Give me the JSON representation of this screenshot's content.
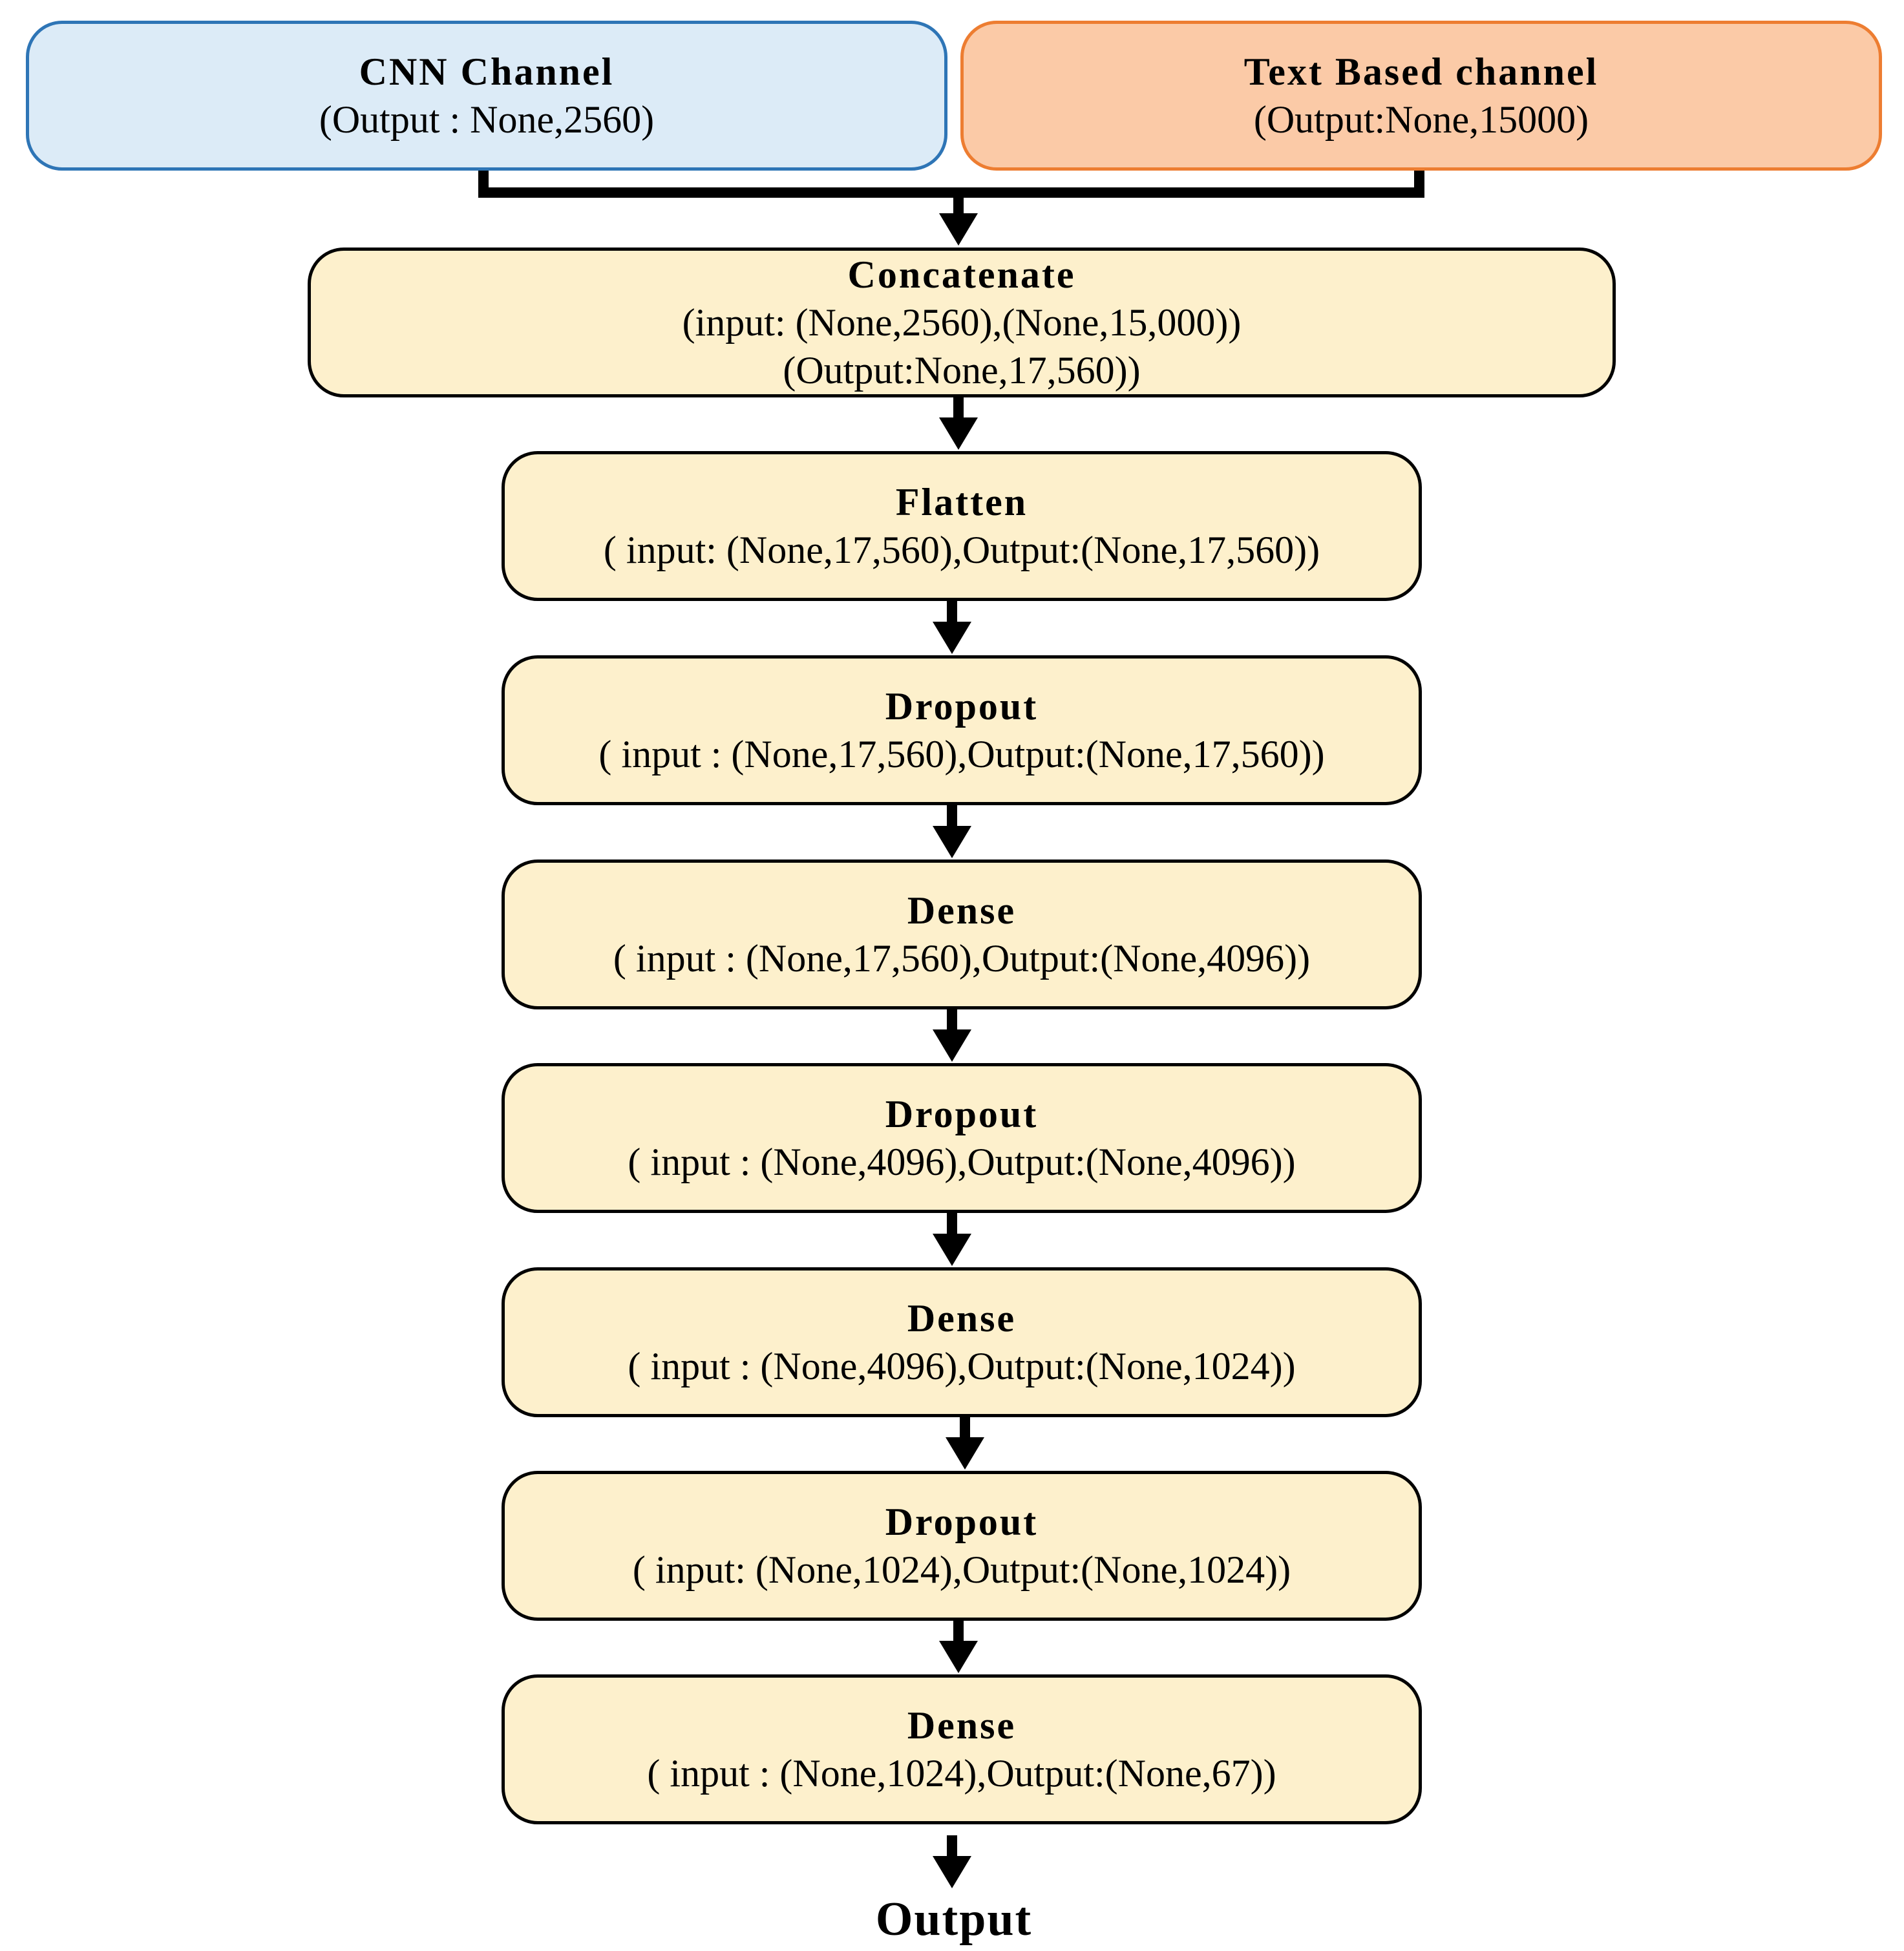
{
  "inputs": {
    "cnn": {
      "title": "CNN Channel",
      "line1": "(Output : None,2560)",
      "fill": "#dcebf7",
      "border": "#2e75b6"
    },
    "text": {
      "title": "Text Based channel",
      "line1": "(Output:None,15000)",
      "fill": "#fbcaa7",
      "border": "#ed7d31"
    }
  },
  "concatenate": {
    "title": "Concatenate",
    "line1": "(input: (None,2560),(None,15,000))",
    "line2": "(Output:None,17,560))"
  },
  "layers": [
    {
      "title": "Flatten",
      "line1": "( input: (None,17,560),Output:(None,17,560))"
    },
    {
      "title": "Dropout",
      "line1": "( input : (None,17,560),Output:(None,17,560))"
    },
    {
      "title": "Dense",
      "line1": "( input : (None,17,560),Output:(None,4096))"
    },
    {
      "title": "Dropout",
      "line1": "( input : (None,4096),Output:(None,4096))"
    },
    {
      "title": "Dense",
      "line1": "( input : (None,4096),Output:(None,1024))"
    },
    {
      "title": "Dropout",
      "line1": "( input:  (None,1024),Output:(None,1024))"
    },
    {
      "title": "Dense",
      "line1": "( input : (None,1024),Output:(None,67))"
    }
  ],
  "layer_fill": "#fdf0cc",
  "output_label": "Output"
}
